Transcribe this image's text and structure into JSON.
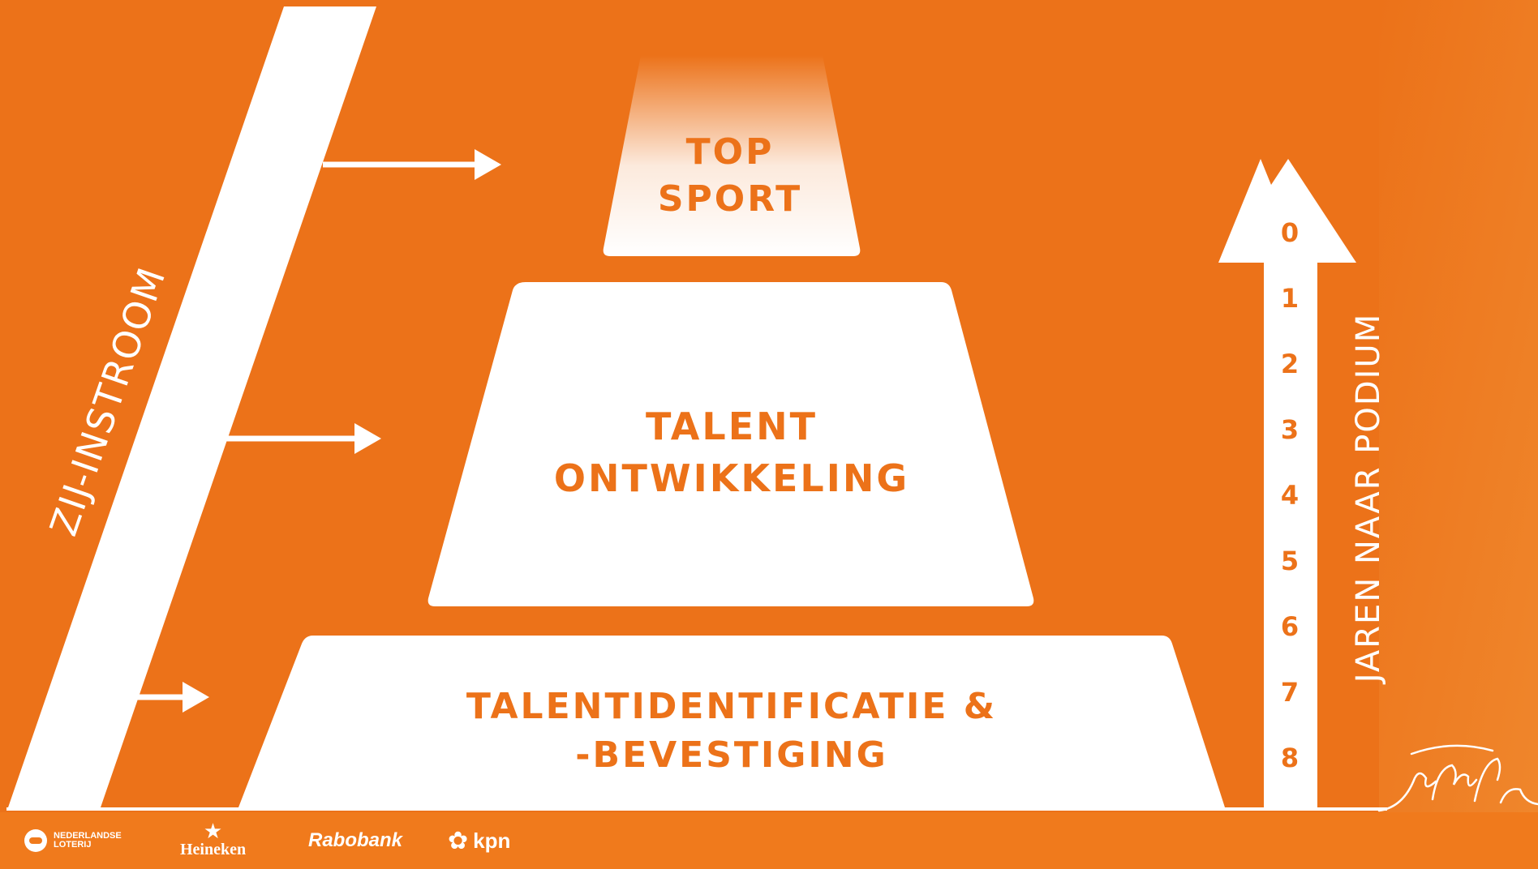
{
  "diagram": {
    "side_label": "ZIJ-INSTROOM",
    "levels": [
      {
        "line1": "TOP",
        "line2": "SPORT"
      },
      {
        "line1": "TALENT",
        "line2": "ONTWIKKELING"
      },
      {
        "line1": "TALENTIDENTIFICATIE &",
        "line2": "-BEVESTIGING"
      }
    ],
    "years_label": "JAREN NAAR PODIUM",
    "years": [
      "0",
      "1",
      "2",
      "3",
      "4",
      "5",
      "6",
      "7",
      "8"
    ]
  },
  "footer": {
    "sponsors": [
      "NEDERLANDSE LOTERIJ",
      "Heineken",
      "Rabobank",
      "kpn"
    ]
  },
  "colors": {
    "background": "#ec7219",
    "accent": "#ffffff"
  }
}
